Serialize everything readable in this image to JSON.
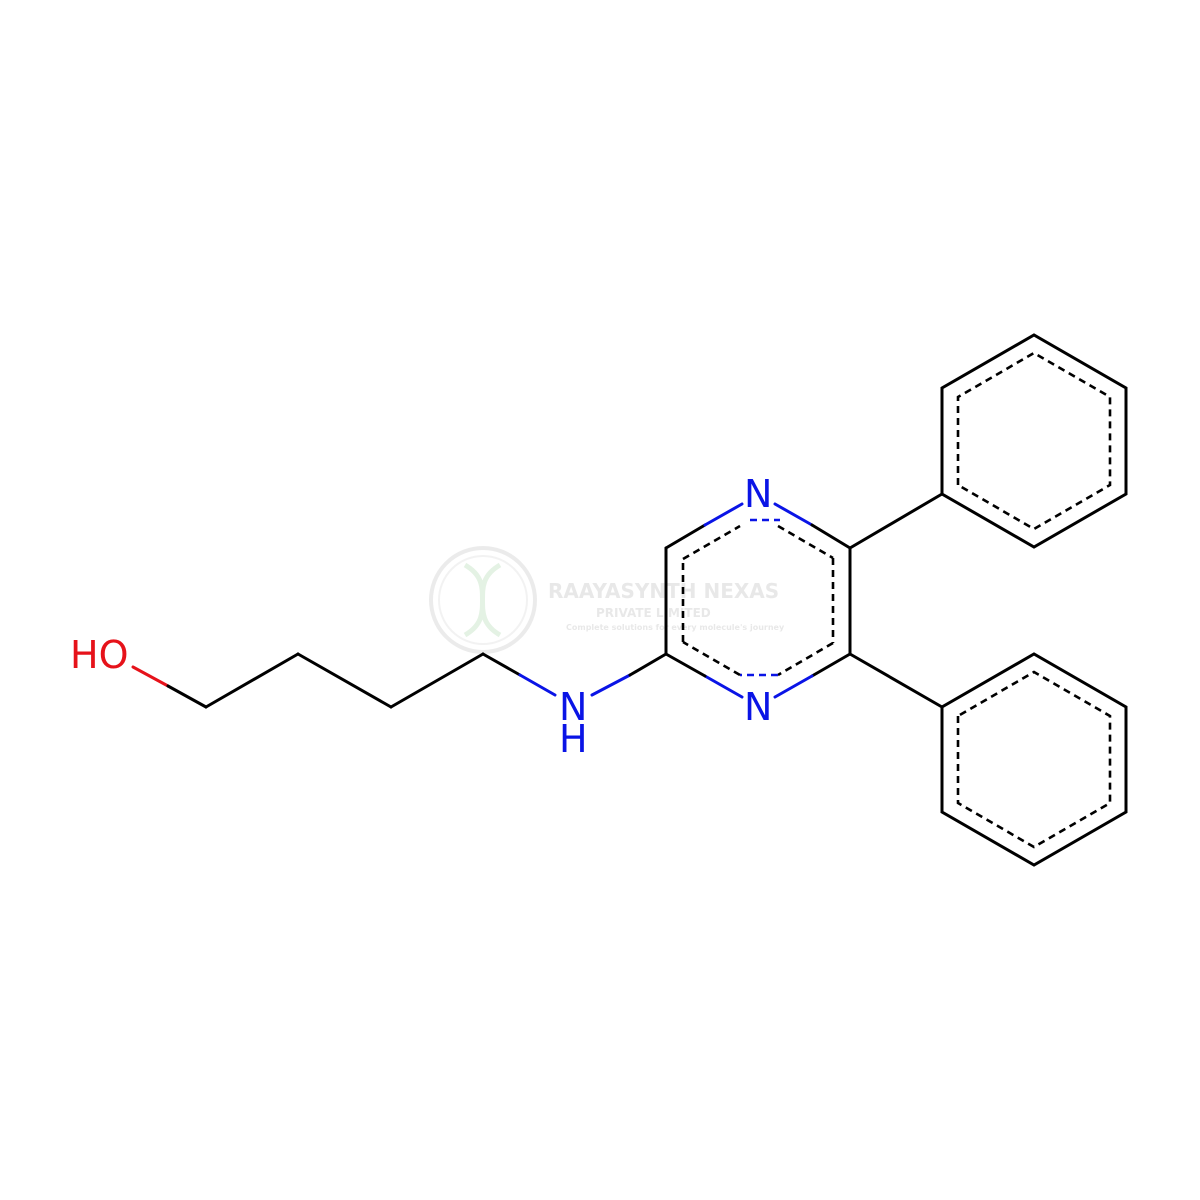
{
  "molecule": {
    "atoms": {
      "hydroxyl": "HO",
      "amine_n": "N",
      "amine_h": "H",
      "ring_n_top": "N",
      "ring_n_bottom": "N"
    },
    "colors": {
      "carbon_bond": "#000000",
      "nitrogen": "#0a14e6",
      "oxygen": "#e6121a"
    }
  },
  "watermark": {
    "name": "RAAYASYNTH NEXAS",
    "subtitle": "PRIVATE LIMITED",
    "tagline": "Complete solutions for every molecule's journey"
  }
}
